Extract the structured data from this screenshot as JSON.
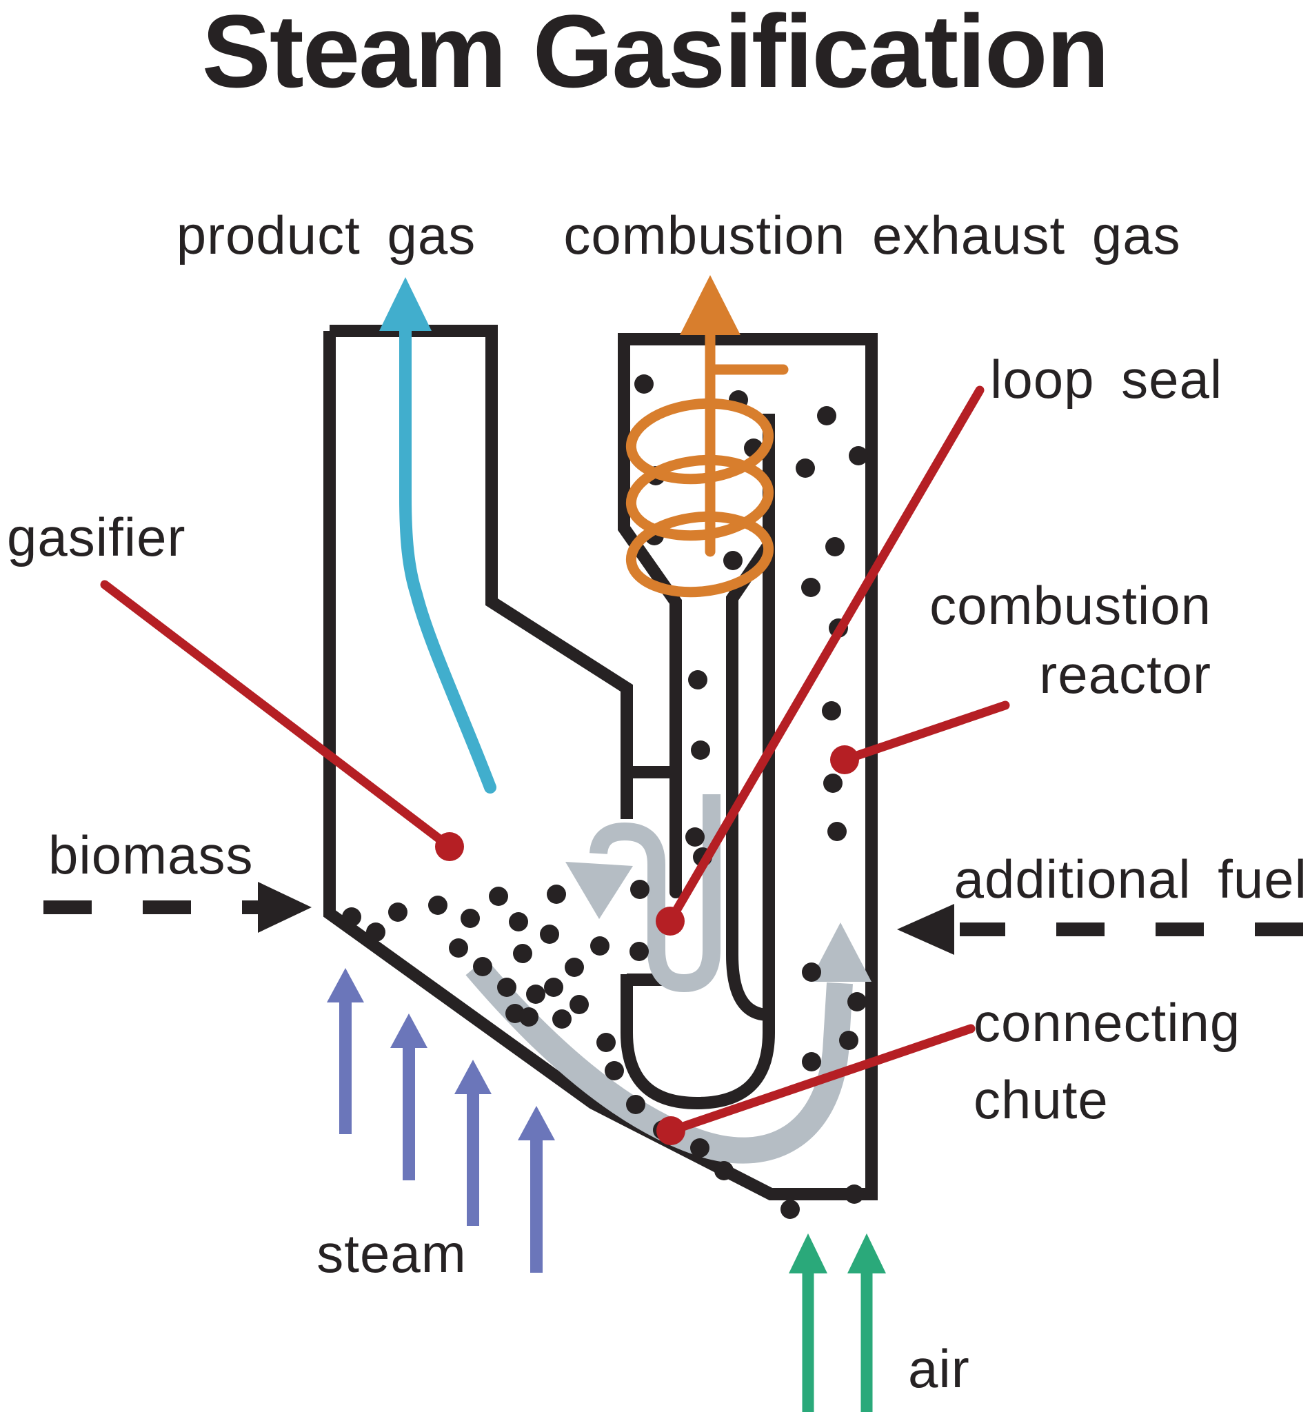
{
  "title": "Steam Gasification",
  "labels": {
    "product_gas": "product gas",
    "combustion_exhaust_gas": "combustion exhaust gas",
    "loop_seal": "loop seal",
    "gasifier": "gasifier",
    "combustion_reactor_line1": "combustion",
    "combustion_reactor_line2": "reactor",
    "biomass": "biomass",
    "additional_fuel": "additional fuel",
    "connecting_chute_line1": "connecting",
    "connecting_chute_line2": "chute",
    "steam": "steam",
    "air": "air"
  },
  "colors": {
    "ink": "#262223",
    "cyan": "#41aecd",
    "orange": "#d87e2d",
    "purple": "#6b76ba",
    "green": "#2aa97a",
    "gray": "#b5bdc4",
    "red": "#b51f24",
    "bg": "#ffffff"
  },
  "flows": [
    {
      "name": "product-gas-arrow",
      "color": "#41aecd",
      "direction": "up",
      "label": "product gas"
    },
    {
      "name": "combustion-exhaust-arrow",
      "color": "#d87e2d",
      "direction": "up",
      "label": "combustion exhaust gas"
    },
    {
      "name": "steam-arrows",
      "color": "#6b76ba",
      "direction": "up",
      "count": 4,
      "label": "steam"
    },
    {
      "name": "air-arrows",
      "color": "#2aa97a",
      "direction": "up",
      "count": 2,
      "label": "air"
    },
    {
      "name": "biomass-feed-arrow",
      "color": "#262223",
      "style": "dashed",
      "direction": "right",
      "label": "biomass"
    },
    {
      "name": "additional-fuel-arrow",
      "color": "#262223",
      "style": "dashed",
      "direction": "left",
      "label": "additional fuel"
    },
    {
      "name": "solids-circulation-arrows",
      "color": "#b5bdc4",
      "label": "loop seal / connecting chute circulation"
    }
  ]
}
